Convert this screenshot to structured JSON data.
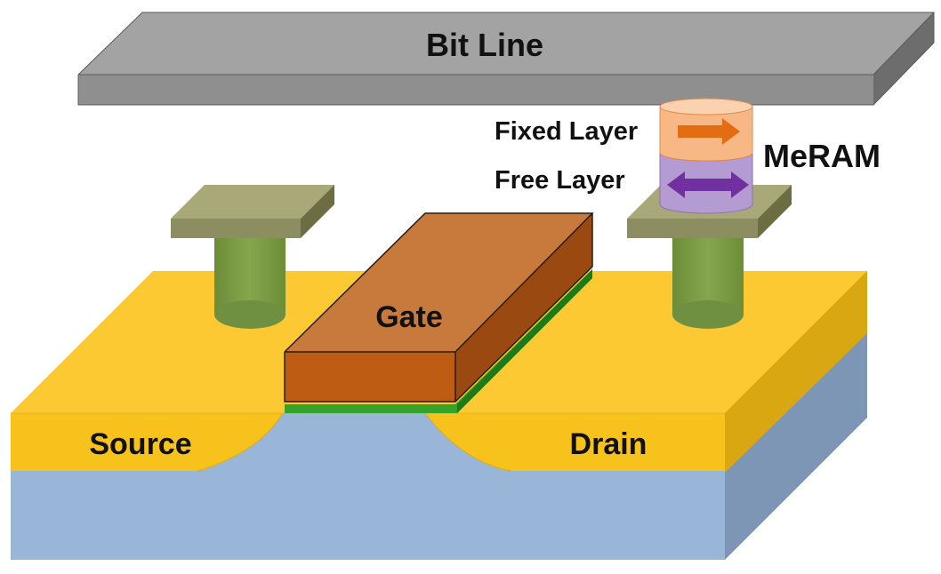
{
  "labels": {
    "bit_line": "Bit Line",
    "fixed_layer": "Fixed Layer",
    "free_layer": "Free Layer",
    "meram": "MeRAM",
    "gate": "Gate",
    "source": "Source",
    "drain": "Drain"
  },
  "colors": {
    "bit_line": "#9a9a9a",
    "substrate": "#9ab5d6",
    "diffusion": "#f5c324",
    "gate": "#c0621c",
    "gate_oxide": "#34a32a",
    "via": "#77983f",
    "contact_pad": "#8d8d62",
    "fixed_layer": "#f7b57d",
    "free_layer": "#b79ad4",
    "fixed_arrow": "#e46c12",
    "free_arrow": "#7030a0"
  }
}
